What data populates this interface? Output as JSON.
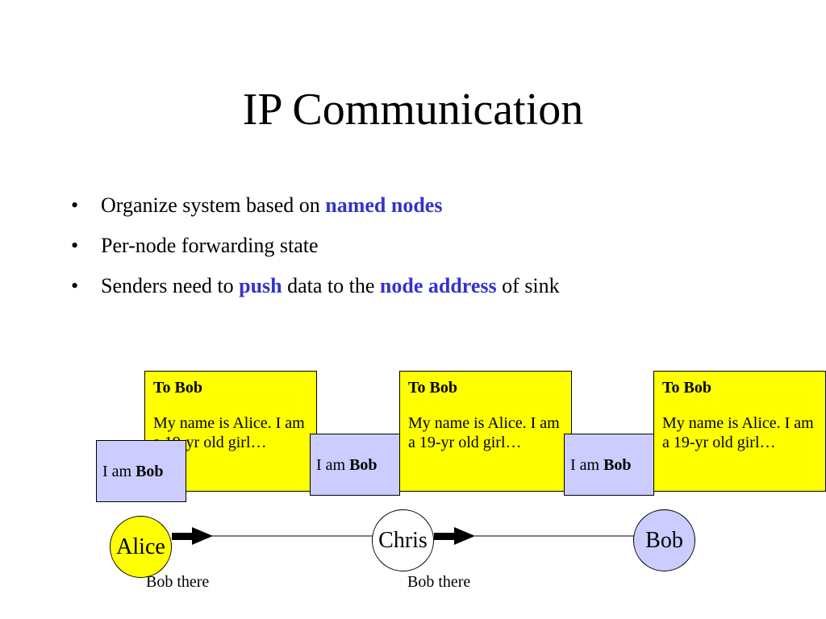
{
  "slide": {
    "title": "IP Communication",
    "bullets": [
      {
        "pre": "Organize system based on ",
        "em1": "named nodes",
        "mid": "",
        "em2": "",
        "post": ""
      },
      {
        "pre": "Per-node forwarding state",
        "em1": "",
        "mid": "",
        "em2": "",
        "post": ""
      },
      {
        "pre": "Senders need to ",
        "em1": "push",
        "mid": " data to the ",
        "em2": "node address",
        "post": " of sink"
      }
    ],
    "bullet_char": "•"
  },
  "diagram": {
    "messages": [
      {
        "header": "To Bob",
        "body": "My name is Alice. I am a 19-yr old girl…"
      },
      {
        "header": "To Bob",
        "body": "My name is Alice. I am a 19-yr old girl…"
      },
      {
        "header": "To Bob",
        "body": "My name is Alice. I am a 19-yr old girl…"
      }
    ],
    "iam_labels": [
      {
        "prefix": "I am ",
        "name": "Bob"
      },
      {
        "prefix": "I am ",
        "name": "Bob"
      },
      {
        "prefix": "I am ",
        "name": "Bob"
      }
    ],
    "nodes": [
      {
        "label": "Alice",
        "fill": "#ffff00"
      },
      {
        "label": "Chris",
        "fill": "#ffffff"
      },
      {
        "label": "Bob",
        "fill": "#ccccff"
      }
    ],
    "captions": [
      "Bob there",
      "Bob there"
    ]
  },
  "colors": {
    "accent": "#3333cc",
    "message_fill": "#ffff00",
    "label_fill": "#ccccff"
  }
}
